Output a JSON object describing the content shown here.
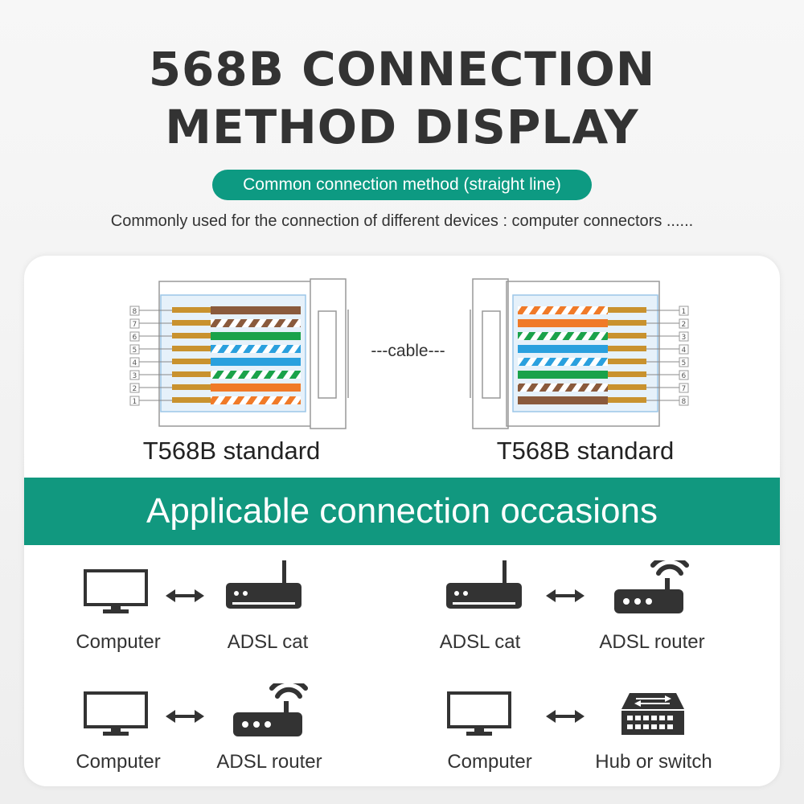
{
  "title": {
    "line1": "568B CONNECTION",
    "line2": "METHOD DISPLAY"
  },
  "method_pill": "Common connection method (straight line)",
  "subline": "Commonly used for the connection of different devices : computer connectors ......",
  "diagram": {
    "cable_label": "---cable---",
    "left_standard": "T568B standard",
    "right_standard": "T568B standard",
    "left_pin_numbers": [
      "8",
      "7",
      "6",
      "5",
      "4",
      "3",
      "2",
      "1"
    ],
    "right_pin_numbers": [
      "1",
      "2",
      "3",
      "4",
      "5",
      "6",
      "7",
      "8"
    ],
    "colors": {
      "orange": "#f07a28",
      "green": "#1aa24a",
      "blue": "#2aa0de",
      "brown": "#8a5a3c",
      "accent": "#0d9a82"
    }
  },
  "banner": "Applicable connection occasions",
  "occasions": [
    {
      "left": "Computer",
      "right": "ADSL cat",
      "left_icon": "monitor-icon",
      "right_icon": "modem-icon"
    },
    {
      "left": "ADSL cat",
      "right": "ADSL router",
      "left_icon": "modem-icon",
      "right_icon": "wifi-router-icon"
    },
    {
      "left": "Computer",
      "right": "ADSL router",
      "left_icon": "monitor-icon",
      "right_icon": "wifi-router-icon"
    },
    {
      "left": "Computer",
      "right": "Hub or switch",
      "left_icon": "monitor-icon",
      "right_icon": "switch-icon"
    }
  ]
}
